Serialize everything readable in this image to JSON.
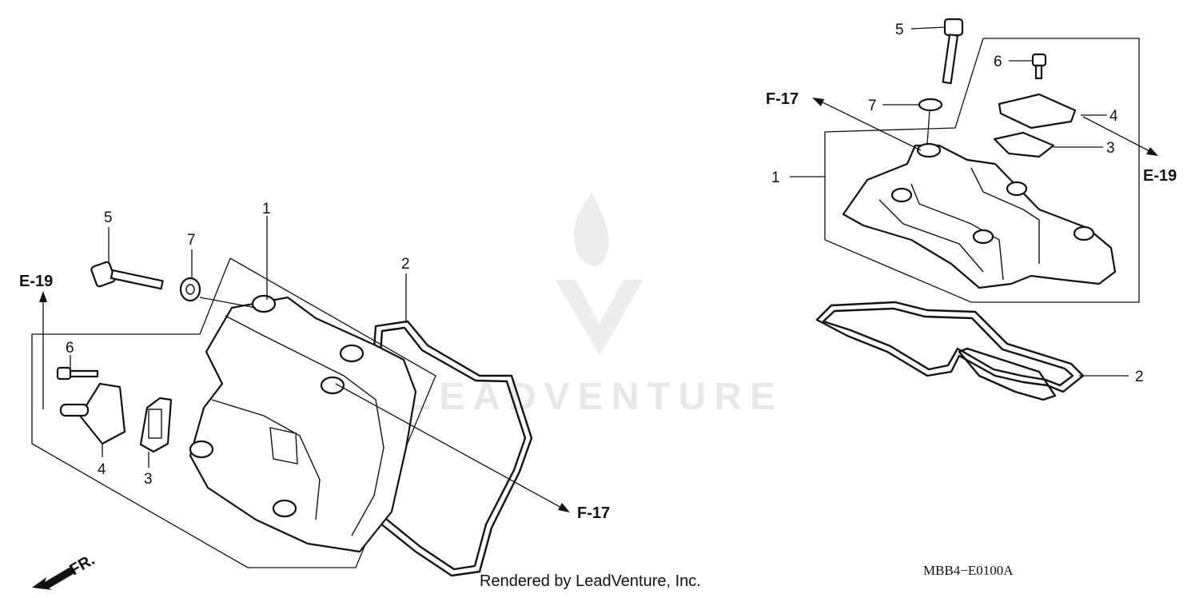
{
  "watermark": {
    "brand": "LEADVENTURE"
  },
  "left_view": {
    "callouts": {
      "c1": "1",
      "c2": "2",
      "c3": "3",
      "c4": "4",
      "c5": "5",
      "c6": "6",
      "c7": "7"
    },
    "refs": {
      "e19": "E-19",
      "f17": "F-17"
    },
    "front_marker": "FR."
  },
  "right_view": {
    "callouts": {
      "c1": "1",
      "c2": "2",
      "c3": "3",
      "c4": "4",
      "c5": "5",
      "c6": "6",
      "c7": "7"
    },
    "refs": {
      "f17": "F-17",
      "e19": "E-19"
    }
  },
  "footer": {
    "rendered_by": "Rendered by LeadVenture, Inc.",
    "diagram_code": "MBB4−E0100A"
  }
}
